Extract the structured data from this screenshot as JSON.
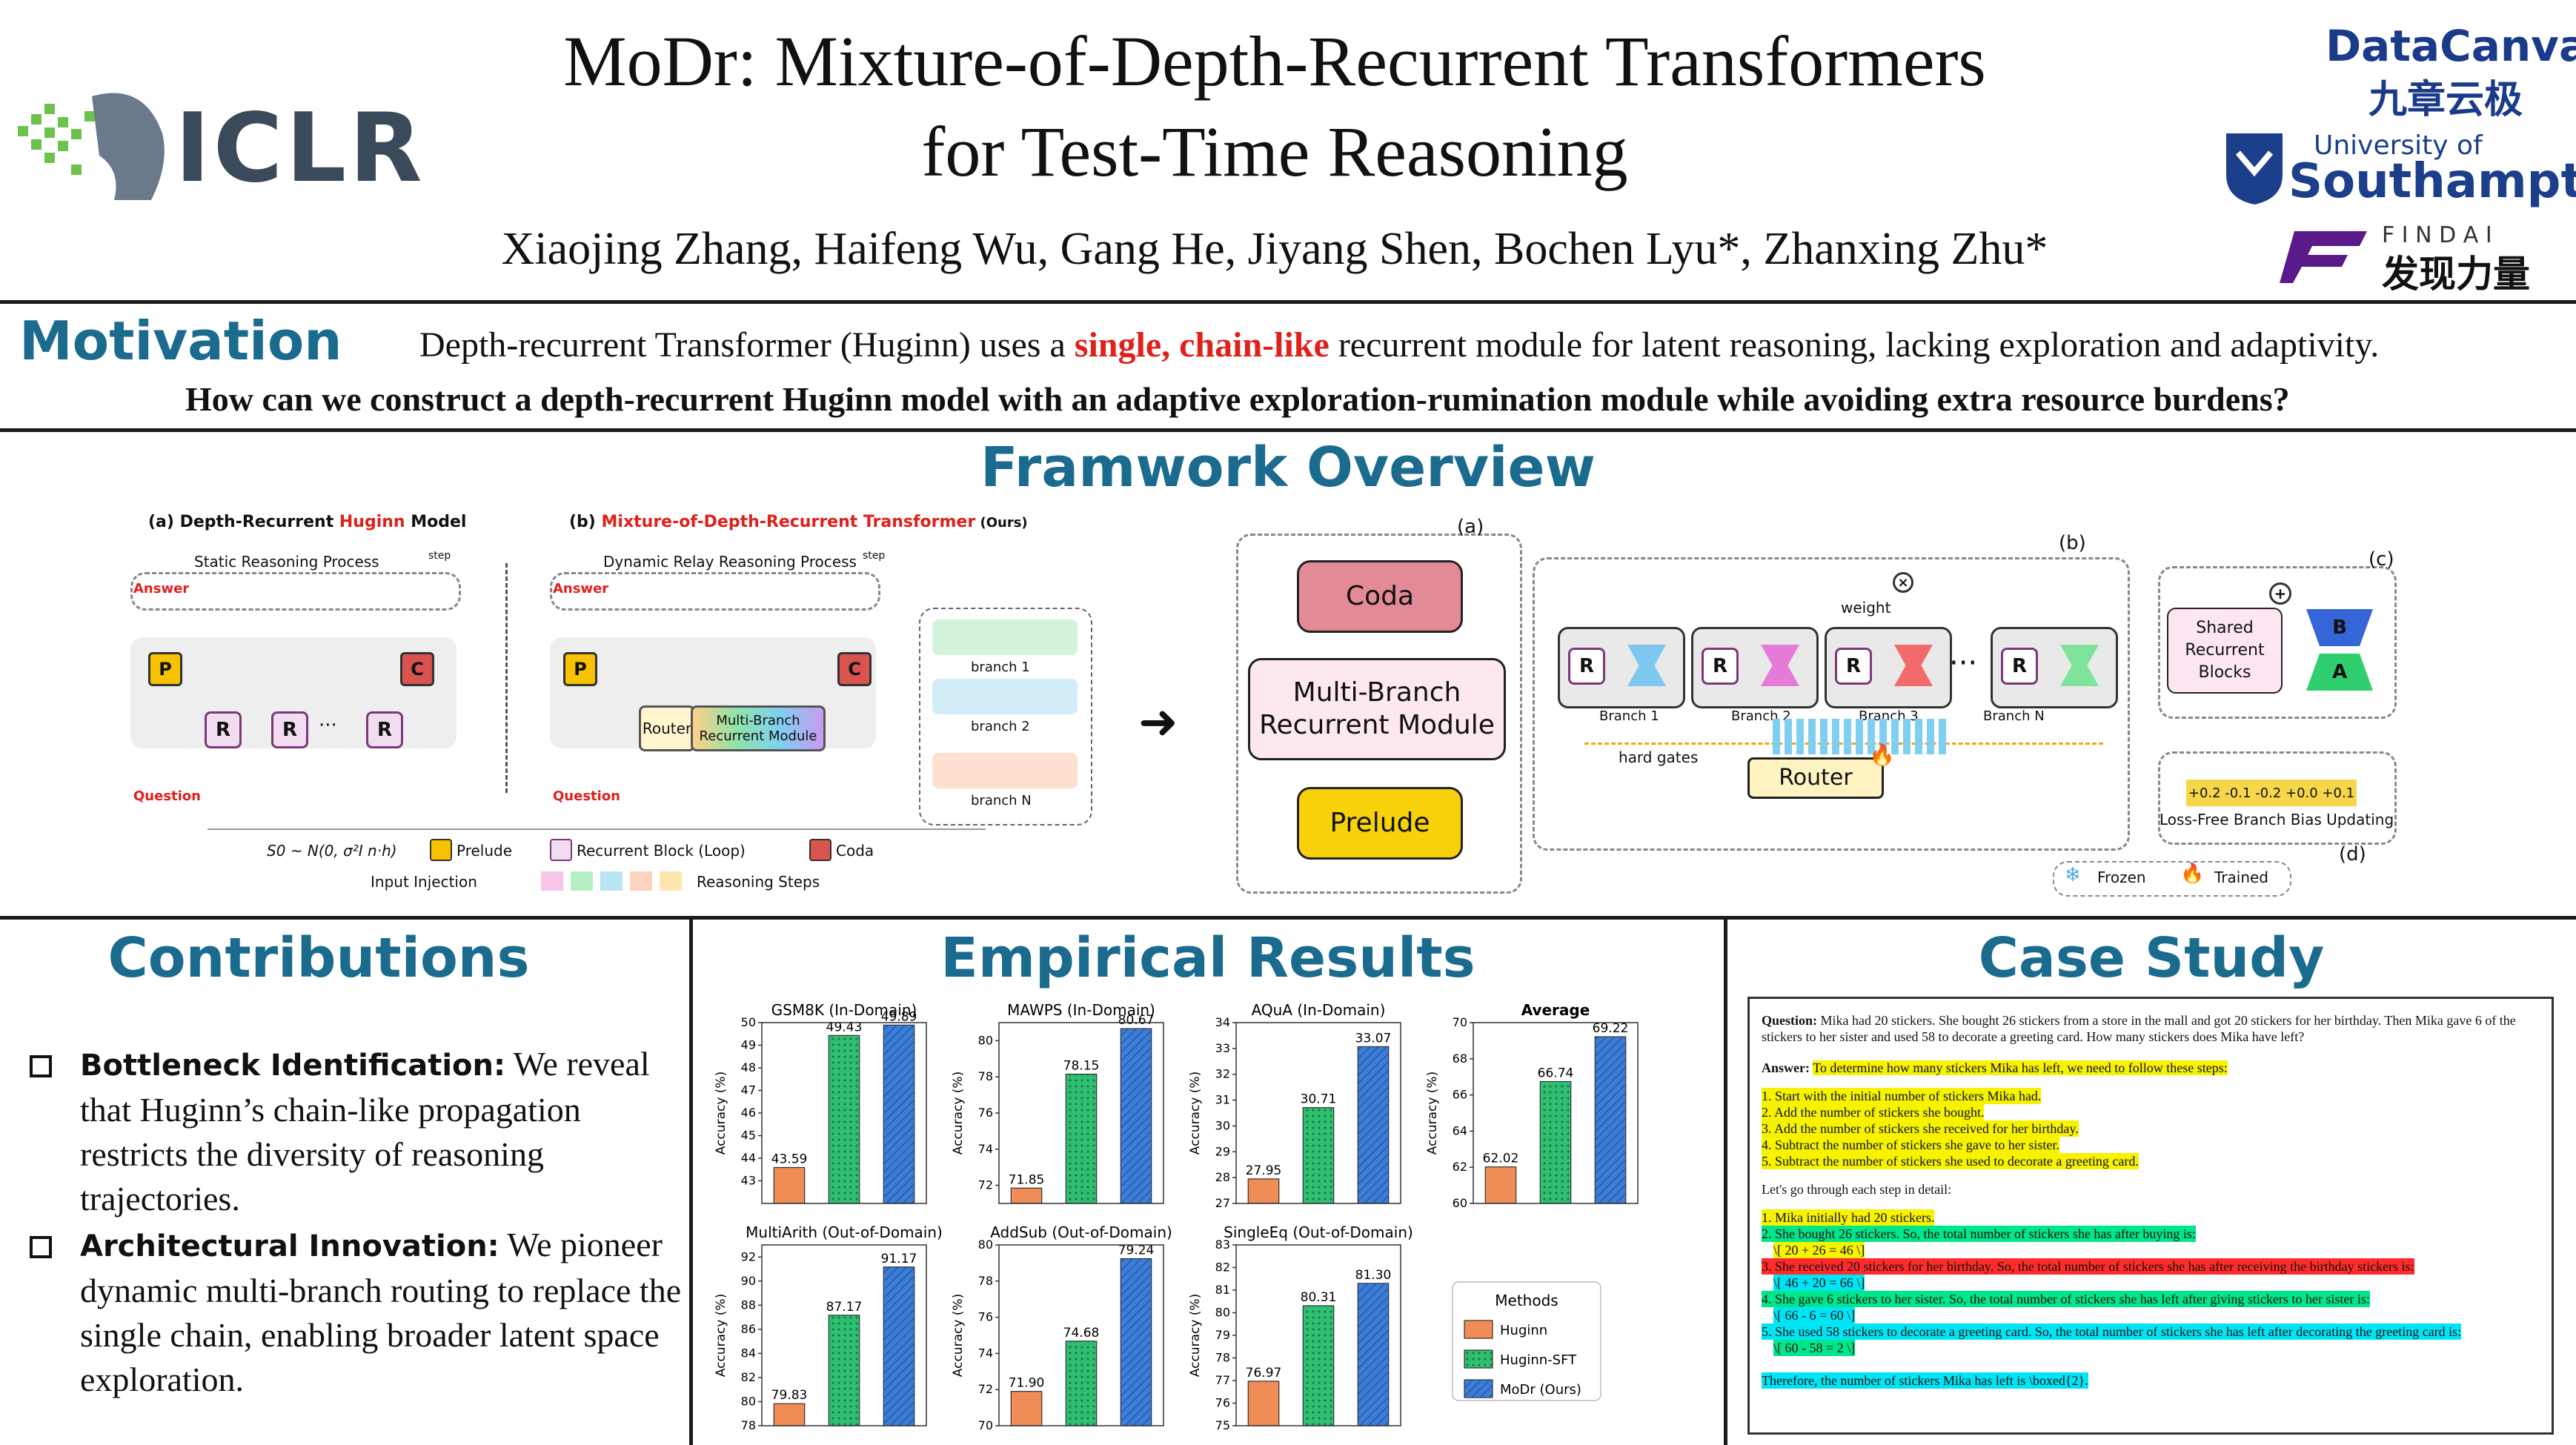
{
  "header": {
    "title_line1": "MoDr: Mixture-of-Depth-Recurrent Transformers",
    "title_line2": "for Test-Time Reasoning",
    "authors": "Xiaojing Zhang, Haifeng Wu, Gang He, Jiyang Shen, Bochen Lyu*, Zhanxing Zhu*",
    "logo_left": "ICLR",
    "logo_datacanvas": "DataCanvas",
    "logo_datacanvas_cn": "九章云极",
    "logo_uni_line1": "University of",
    "logo_uni_line2": "Southampton",
    "logo_findai": "F I N D A I",
    "logo_findai_cn": "发现力量"
  },
  "motivation": {
    "title": "Motivation",
    "line1_pre": "Depth-recurrent Transformer (Huginn) uses a ",
    "line1_hl": "single, chain-like",
    "line1_post": " recurrent module for latent reasoning, lacking exploration  and adaptivity.",
    "line2": "How can we construct a depth-recurrent Huginn model with an adaptive exploration-rumination module while avoiding extra resource burdens?"
  },
  "framework": {
    "title": "Framwork Overview",
    "a_title_pre": "(a) Depth-Recurrent ",
    "a_title_hl": "Huginn",
    "a_title_post": " Model",
    "b_title_pre": "(b) ",
    "b_title_hl": "Mixture-of-Depth-Recurrent Transformer",
    "b_title_post": " (Ours)",
    "static_process": "Static Reasoning Process",
    "dynamic_process": "Dynamic Relay Reasoning Process",
    "answer": "Answer",
    "question": "Question",
    "step": "step",
    "router": "Router",
    "mbrm_small": "Multi-Branch Recurrent Module",
    "branch1": "branch 1",
    "branch2": "branch 2",
    "branchN": "branch N",
    "legend_s0": "S0 ~ N(0, σ²I n·h)",
    "legend_prelude": "Prelude",
    "legend_recurrent": "Recurrent Block (Loop)",
    "legend_coda": "Coda",
    "legend_injection": "Input Injection",
    "legend_steps": "Reasoning Steps",
    "coda": "Coda",
    "mbrm": "Multi-Branch Recurrent Module",
    "prelude": "Prelude",
    "panel_a": "(a)",
    "panel_b": "(b)",
    "panel_c": "(c)",
    "panel_d": "(d)",
    "weight": "weight",
    "hard_gates": "hard gates",
    "branch_1": "Branch 1",
    "branch_2": "Branch 2",
    "branch_3": "Branch 3",
    "branch_N": "Branch N",
    "shared_blocks": "Shared Recurrent Blocks",
    "bias_values": [
      "+0.2",
      "-0.1",
      "-0.2",
      "+0.0",
      "+0.1"
    ],
    "bias_caption": "Loss-Free Branch Bias Updating",
    "frozen": "Frozen",
    "trained": "Trained"
  },
  "contributions": {
    "title": "Contributions",
    "items": [
      {
        "head": "Bottleneck Identification:",
        "text": " We reveal that Huginn’s chain-like propagation restricts the diversity of reasoning trajectories."
      },
      {
        "head": "Architectural Innovation:",
        "text": " We pioneer dynamic multi-branch routing to replace the single chain, enabling broader latent space exploration."
      }
    ]
  },
  "results": {
    "title": "Empirical Results",
    "legend_title": "Methods",
    "ylabel": "Accuracy (%)",
    "colors": {
      "Huginn": "#f08c55",
      "Huginn-SFT": "#2fbf71",
      "MoDr (Ours)": "#3b7dd8"
    }
  },
  "chart_data": [
    {
      "type": "bar",
      "title": "GSM8K (In-Domain)",
      "categories": [
        "Huginn",
        "Huginn-SFT",
        "MoDr (Ours)"
      ],
      "values": [
        43.59,
        49.43,
        49.89
      ],
      "ylabel": "Accuracy (%)",
      "ylim": [
        42,
        50
      ],
      "yticks": [
        43,
        44,
        45,
        46,
        47,
        48,
        49,
        50
      ]
    },
    {
      "type": "bar",
      "title": "MAWPS (In-Domain)",
      "categories": [
        "Huginn",
        "Huginn-SFT",
        "MoDr (Ours)"
      ],
      "values": [
        71.85,
        78.15,
        80.67
      ],
      "ylabel": "Accuracy (%)",
      "ylim": [
        71,
        81
      ],
      "yticks": [
        72,
        74,
        76,
        78,
        80
      ]
    },
    {
      "type": "bar",
      "title": "AQuA (In-Domain)",
      "categories": [
        "Huginn",
        "Huginn-SFT",
        "MoDr (Ours)"
      ],
      "values": [
        27.95,
        30.71,
        33.07
      ],
      "ylabel": "Accuracy (%)",
      "ylim": [
        27,
        34
      ],
      "yticks": [
        27,
        28,
        29,
        30,
        31,
        32,
        33,
        34
      ]
    },
    {
      "type": "bar",
      "title": "Average",
      "categories": [
        "Huginn",
        "Huginn-SFT",
        "MoDr (Ours)"
      ],
      "values": [
        62.02,
        66.74,
        69.22
      ],
      "ylabel": "Accuracy (%)",
      "ylim": [
        60,
        70
      ],
      "yticks": [
        60,
        62,
        64,
        66,
        68,
        70
      ]
    },
    {
      "type": "bar",
      "title": "MultiArith (Out-of-Domain)",
      "categories": [
        "Huginn",
        "Huginn-SFT",
        "MoDr (Ours)"
      ],
      "values": [
        79.83,
        87.17,
        91.17
      ],
      "ylabel": "Accuracy (%)",
      "ylim": [
        78,
        93
      ],
      "yticks": [
        78,
        80,
        82,
        84,
        86,
        88,
        90,
        92
      ]
    },
    {
      "type": "bar",
      "title": "AddSub (Out-of-Domain)",
      "categories": [
        "Huginn",
        "Huginn-SFT",
        "MoDr (Ours)"
      ],
      "values": [
        71.9,
        74.68,
        79.24
      ],
      "ylabel": "Accuracy (%)",
      "ylim": [
        70,
        80
      ],
      "yticks": [
        70,
        72,
        74,
        76,
        78,
        80
      ]
    },
    {
      "type": "bar",
      "title": "SingleEq (Out-of-Domain)",
      "categories": [
        "Huginn",
        "Huginn-SFT",
        "MoDr (Ours)"
      ],
      "values": [
        76.97,
        80.31,
        81.3
      ],
      "ylabel": "Accuracy (%)",
      "ylim": [
        75,
        83
      ],
      "yticks": [
        75,
        76,
        77,
        78,
        79,
        80,
        81,
        82,
        83
      ]
    }
  ],
  "case_study": {
    "title": "Case Study",
    "question_label": "Question:",
    "question": " Mika had 20 stickers. She bought 26 stickers from a store in the mall and got 20 stickers for her birthday. Then Mika gave 6 of the stickers to her sister and used 58 to decorate a greeting card. How many stickers does Mika have left?",
    "answer_label": "Answer:",
    "answer_intro": "To determine how many stickers Mika has left, we need to follow these steps:",
    "steps": [
      "1. Start with the initial number of stickers Mika had.",
      "2. Add the number of stickers she bought.",
      "3. Add the number of stickers she received for her birthday.",
      "4. Subtract the number of stickers she gave to her sister.",
      "5. Subtract the number of stickers she used to decorate a greeting card."
    ],
    "detail_intro": "Let's go through each step in detail:",
    "details": [
      "1. Mika initially had 20 stickers.",
      "2. She bought 26 stickers. So, the total number of stickers she has after buying is:",
      "\\[ 20 + 26 = 46 \\]",
      "3. She received 20 stickers for her birthday. So, the total number of stickers she has after receiving the birthday stickers is:",
      "\\[ 46 + 20 = 66 \\]",
      "4. She gave 6 stickers to her sister. So, the total number of stickers she has left after giving stickers to her sister is:",
      "\\[ 66 - 6 = 60 \\]",
      "5. She used 58 stickers to decorate a greeting card. So, the total number of stickers she has left after decorating the greeting card is:",
      "\\[ 60 - 58 = 2 \\]"
    ],
    "conclusion": "Therefore, the number of stickers Mika has left is \\boxed{2}."
  }
}
